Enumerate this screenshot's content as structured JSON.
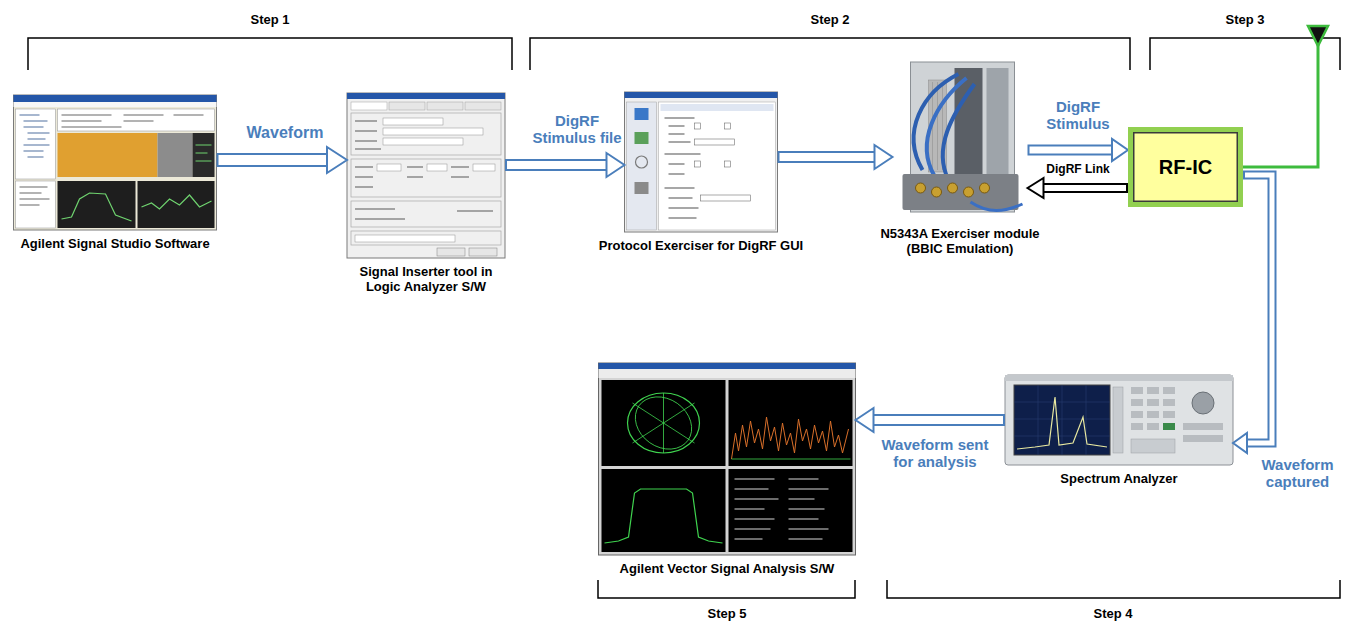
{
  "diagram": {
    "nodes": [
      {
        "text": [
          "Agilent Signal Studio Software"
        ]
      },
      {
        "text": [
          "Signal Inserter tool in Logic Analyzer S/W"
        ]
      },
      {
        "text": [
          "Protocol Exerciser for DigRF GUI"
        ]
      },
      {
        "text": [
          "N5343A Exerciser module (BBIC Emulation)"
        ]
      },
      {
        "text": [
          "RF-IC"
        ]
      },
      {
        "text": [
          "Spectrum Analyzer"
        ]
      },
      {
        "text": [
          "Agilent Vector Signal Analysis S/W"
        ]
      }
    ],
    "edges": [
      {
        "from": 0,
        "to": 1,
        "arrow": "to",
        "label": "Waveform"
      },
      {
        "from": 1,
        "to": 2,
        "arrow": "to",
        "label": "DigRF Stimulus file"
      },
      {
        "from": 2,
        "to": 3,
        "arrow": "to"
      },
      {
        "from": 3,
        "to": 4,
        "arrow": "to",
        "label": "DigRF Stimulus"
      },
      {
        "from": 4,
        "to": 3,
        "arrow": "to"
      },
      {
        "from": 4,
        "to": 5,
        "arrow": "to",
        "label": "Waveform captured"
      },
      {
        "from": 5,
        "to": 6,
        "arrow": "to",
        "label": "Waveform sent for analysis"
      }
    ],
    "labels": [
      "Step 1",
      "Step 2",
      "Step 3",
      "DigRF Link",
      "Step 5",
      "Step 4"
    ]
  }
}
